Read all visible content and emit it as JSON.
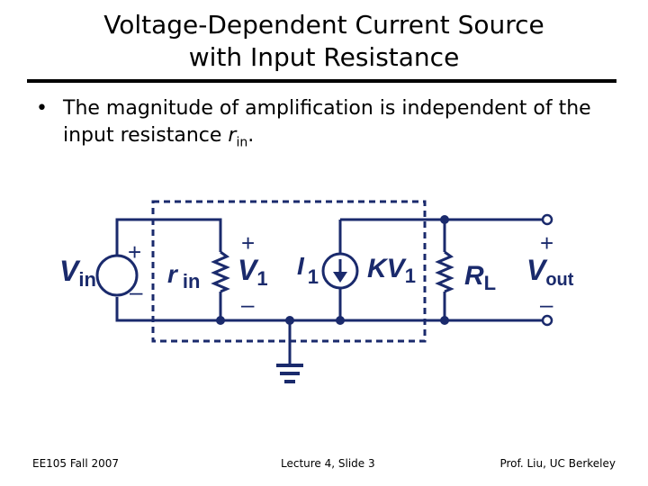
{
  "slide": {
    "title_line1": "Voltage-Dependent Current Source",
    "title_line2": "with Input Resistance",
    "bullet_prefix": "The magnitude of amplification is independent of the input resistance ",
    "bullet_var": "r",
    "bullet_sub": "in",
    "bullet_suffix": "."
  },
  "circuit": {
    "vin_main": "V",
    "vin_sub": "in",
    "rin_main": "r",
    "rin_sub": "in",
    "v1_main": "V",
    "v1_sub": "1",
    "i1_main": "I",
    "i1_sub": "1",
    "kv1_main": "KV",
    "kv1_sub": "1",
    "rl_main": "R",
    "rl_sub": "L",
    "vout_main": "V",
    "vout_sub": "out",
    "plus": "+",
    "minus": "–"
  },
  "footer": {
    "left": "EE105 Fall 2007",
    "middle": "Lecture 4, Slide 3",
    "right": "Prof. Liu, UC Berkeley"
  },
  "colors": {
    "circuit_blue": "#1a2a6c",
    "text": "#000000"
  }
}
